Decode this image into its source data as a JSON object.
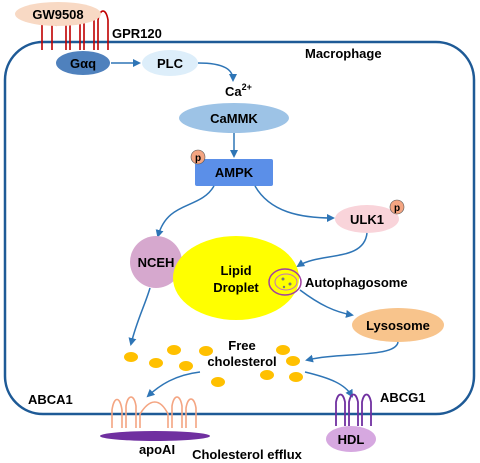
{
  "labels": {
    "ligand": "GW9508",
    "receptor": "GPR120",
    "galpha": "Gαq",
    "plc": "PLC",
    "cell": "Macrophage",
    "calcium": "Ca",
    "calcium_sup": "2+",
    "camkk": "CaMMK",
    "ampk": "AMPK",
    "phospho": "p",
    "ulk1": "ULK1",
    "nceh": "NCEH",
    "lipid_line1": "Lipid",
    "lipid_line2": "Droplet",
    "autophagosome": "Autophagosome",
    "lysosome": "Lysosome",
    "free_line1": "Free",
    "free_line2": "cholesterol",
    "abca1": "ABCA1",
    "abcg1": "ABCG1",
    "apoai": "apoAI",
    "hdl": "HDL",
    "efflux": "Cholesterol efflux"
  },
  "colors": {
    "membrane": "#1e5a96",
    "arrow": "#2e75b6",
    "ligand_fill": "#f8d9c4",
    "receptor_loop": "#c00000",
    "galpha_fill": "#4f81bd",
    "plc_fill": "#ddeefa",
    "camkk_fill": "#9dc3e6",
    "ampk_fill": "#5b8fe8",
    "phospho_fill": "#f4a582",
    "ulk1_fill": "#f9d4da",
    "nceh_fill": "#d6a8ce",
    "lipid_fill": "#ffff00",
    "lysosome_fill": "#f8c48c",
    "cholesterol_dot": "#ffc000",
    "abca1_loop": "#f4a582",
    "abcg1_loop": "#7030a0",
    "apoai_fill": "#7030a0",
    "hdl_fill": "#d6a8e0"
  }
}
